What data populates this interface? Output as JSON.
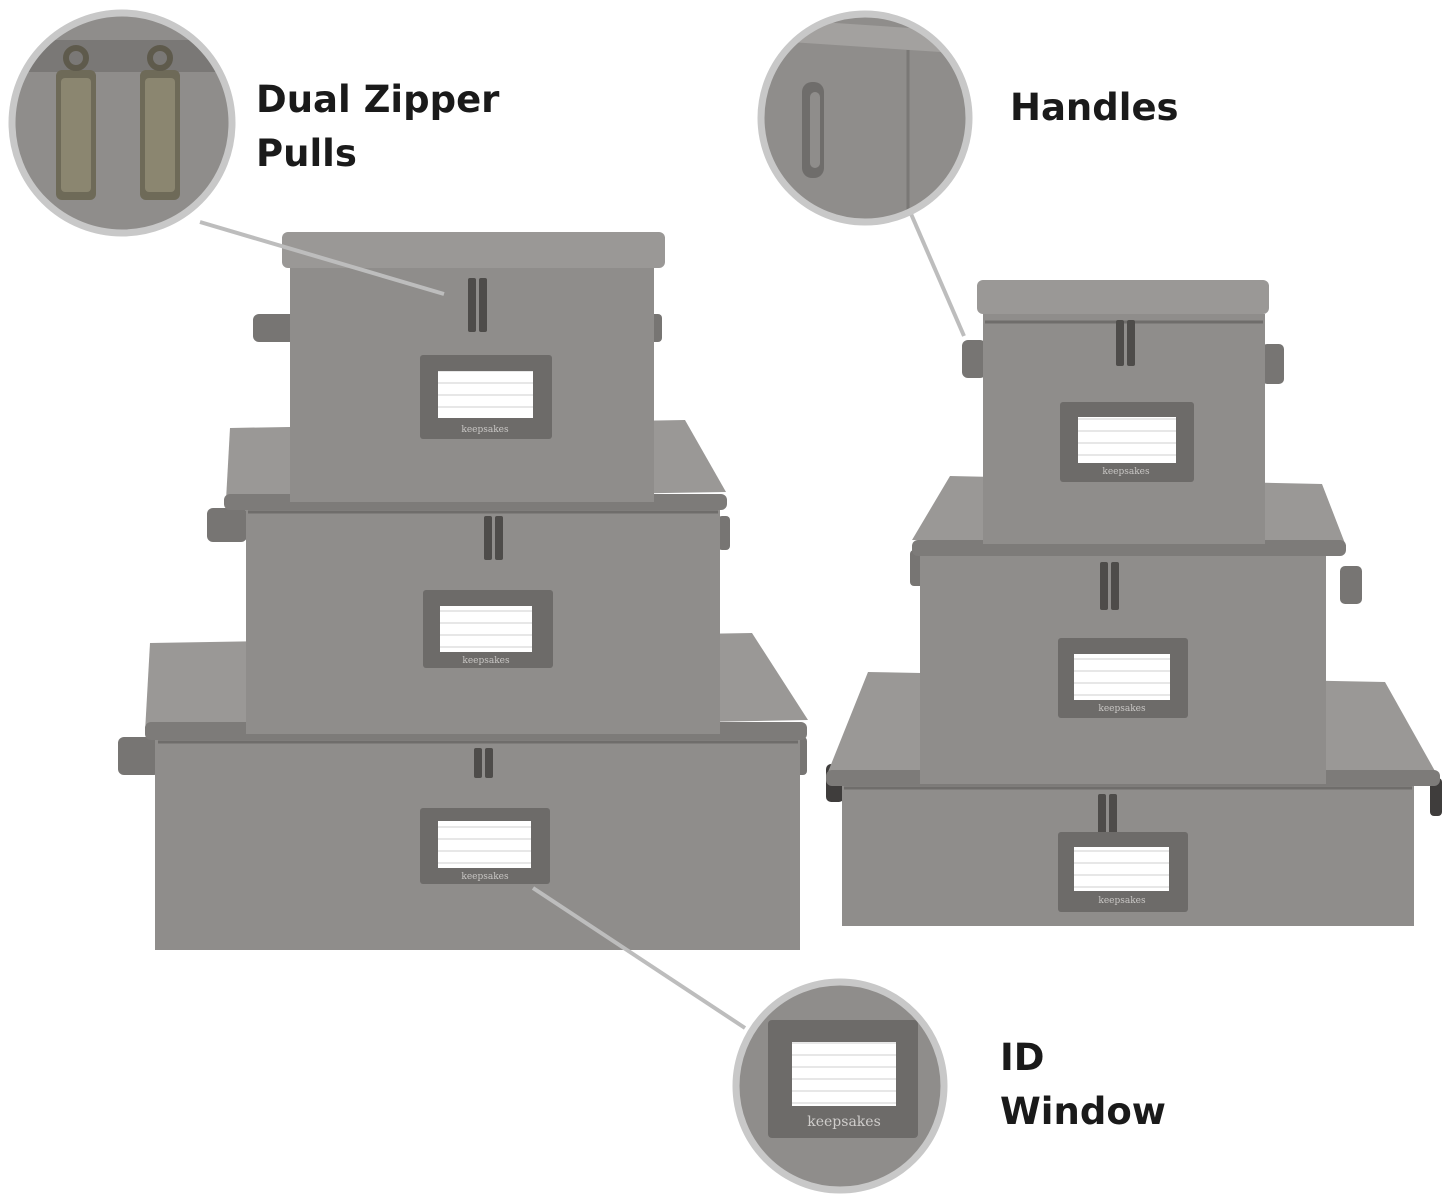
{
  "callouts": {
    "zipper": "Dual Zipper\nPulls",
    "handles": "Handles",
    "id_window": "ID\nWindow"
  },
  "brand_text": "keepsakes",
  "colors": {
    "fabric": "#8e8c8a",
    "fabric_dark": "#6f6d6b",
    "trim": "#7a7876",
    "label_card": "#ffffff",
    "callout_ring": "#c8c8c8",
    "text": "#1a1a1a"
  }
}
